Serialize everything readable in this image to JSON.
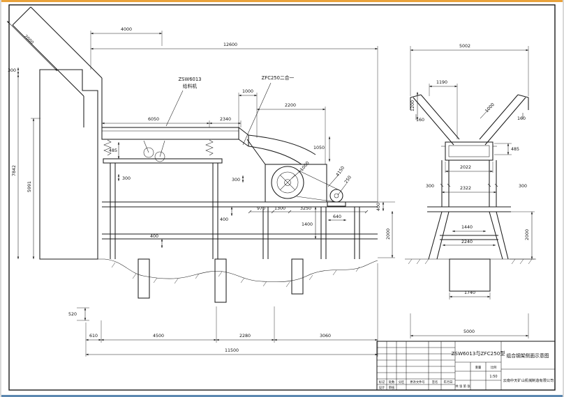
{
  "labels": {
    "feeder_model": "ZSW6013",
    "feeder_name": "给料机",
    "crusher": "ZFC250二合一"
  },
  "dims": {
    "160": "160",
    "250": "250",
    "300": "300",
    "400": "400",
    "485": "485",
    "520": "520",
    "610": "610",
    "640": "640",
    "970": "970",
    "1000": "1000",
    "1050": "1050",
    "1190": "1190",
    "1200": "1200",
    "1300": "1300",
    "1400": "1400",
    "1440": "1440",
    "1740": "1740",
    "2000": "2000",
    "2022": "2022",
    "2200": "2200",
    "2240": "2240",
    "2280": "2280",
    "2322": "2322",
    "2340": "2340",
    "3060": "3060",
    "3250": "3250",
    "4000": "4000",
    "4150": "4150",
    "4500": "4500",
    "5000": "5000",
    "5002": "5002",
    "5991": "5991",
    "6050": "6050",
    "7842": "7842",
    "11500": "11500",
    "12600": "12600"
  },
  "title_block": {
    "model": "ZSW6013与ZFC250型",
    "drawing_title": "组合钢架侧面示意图",
    "company": "云南中天矿山机械制造有限公司",
    "weight_label": "重量",
    "scale_label": "比例",
    "scale_value": "1:50",
    "sheet_label": "共 张 第 张",
    "rev_cols": [
      "标记",
      "处数",
      "分区",
      "更改文件号",
      "签名",
      "年月日"
    ],
    "sign_rows": [
      "设计",
      "审核"
    ]
  },
  "accents": {
    "top_edge": "#e9a23b",
    "bottom_edge": "#5b87b0"
  }
}
